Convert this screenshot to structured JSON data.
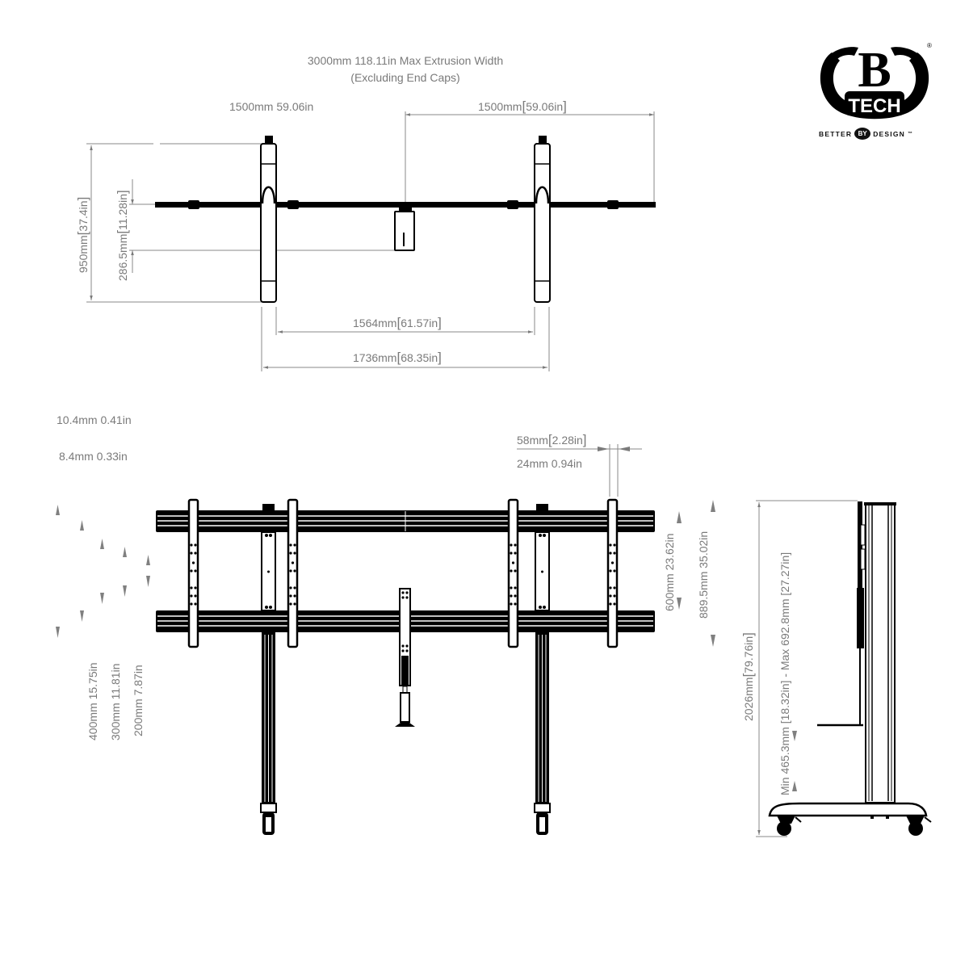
{
  "brand": {
    "logo_letter": "B",
    "logo_word": "TECH",
    "registered": "®",
    "tagline_left": "BETTER",
    "tagline_mid": "BY",
    "tagline_right": "DESIGN",
    "tagline_tm": "™"
  },
  "top_view": {
    "title_line1": "3000mm  118.11in  Max Extrusion Width",
    "title_line2": "(Excluding End Caps)",
    "dim_left_half": "1500mm  59.06in",
    "dim_right_half_mm": "1500mm",
    "dim_right_half_in": "59.06in",
    "dim_depth_mm": "950mm",
    "dim_depth_in": "37.4in",
    "dim_offset_mm": "286.5mm",
    "dim_offset_in": "11.28in",
    "dim_inner_mm": "1564mm",
    "dim_inner_in": "61.57in",
    "dim_outer_mm": "1736mm",
    "dim_outer_in": "68.35in"
  },
  "front_view": {
    "dim_10_4": "10.4mm  0.41in",
    "dim_8_4": "8.4mm  0.33in",
    "dim_58_mm": "58mm",
    "dim_58_in": "2.28in",
    "dim_24": "24mm  0.94in",
    "vesa_400": "400mm  15.75in",
    "vesa_300": "300mm  11.81in",
    "vesa_200": "200mm  7.87in",
    "dim_600": "600mm  23.62in",
    "dim_889": "889.5mm  35.02in"
  },
  "side_view": {
    "dim_total_mm": "2026mm",
    "dim_total_in": "79.76in",
    "dim_shelf_range": "Min 465.3mm [18.32in] - Max 692.8mm [27.27in]"
  },
  "colors": {
    "dimension_gray": "#7a7a7a",
    "line_black": "#000000",
    "background": "#ffffff"
  }
}
